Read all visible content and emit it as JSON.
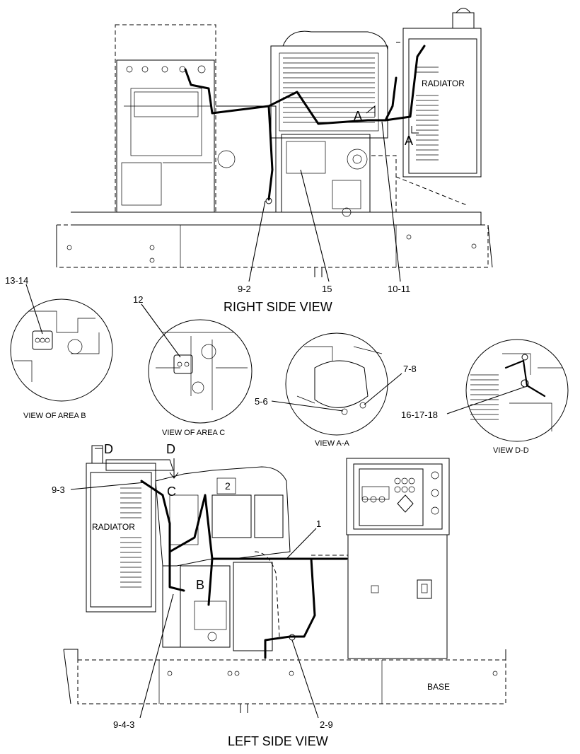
{
  "views": {
    "right_side": "RIGHT SIDE VIEW",
    "left_side": "LEFT SIDE VIEW",
    "area_b": "VIEW OF AREA  B",
    "area_c": "VIEW OF AREA  C",
    "view_aa": "VIEW  A-A",
    "view_dd": "VIEW  D-D"
  },
  "components": {
    "radiator_right": "RADIATOR",
    "radiator_left": "RADIATOR",
    "base": "BASE"
  },
  "callouts": {
    "c_9_2": "9-2",
    "c_15": "15",
    "c_10_11": "10-11",
    "c_13_14": "13-14",
    "c_12": "12",
    "c_5_6": "5-6",
    "c_7_8": "7-8",
    "c_16_17_18": "16-17-18",
    "c_9_3": "9-3",
    "c_1": "1",
    "c_9_4_3": "9-4-3",
    "c_2_9": "2-9"
  },
  "section_markers": {
    "a_upper": "A",
    "a_lower": "A",
    "d_left": "D",
    "d_right": "D",
    "c": "C",
    "b": "B",
    "two": "2"
  }
}
